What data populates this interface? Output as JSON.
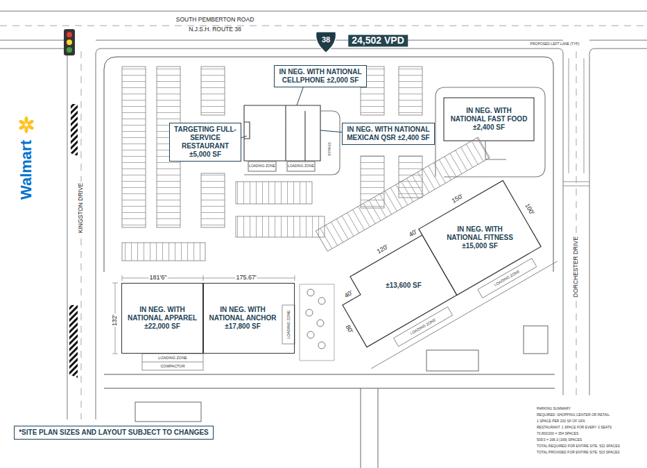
{
  "diagram": {
    "nodes": [
      {
        "text": [
          "IN NEG. WITH NATIONAL CELLPHONE ±2,000 SF"
        ]
      },
      {
        "text": [
          "TARGETING FULL-SERVICE RESTAURANT ±5,000 SF"
        ]
      },
      {
        "text": [
          "IN NEG. WITH NATIONAL MEXICAN QSR ±2,400 SF"
        ]
      },
      {
        "text": [
          "IN NEG. WITH NATIONAL FAST FOOD ±2,400 SF"
        ]
      },
      {
        "text": [
          "IN NEG. WITH NATIONAL FITNESS ±15,000 SF"
        ]
      },
      {
        "text": [
          "±13,600 SF"
        ]
      },
      {
        "text": [
          "IN NEG. WITH NATIONAL APPAREL ±22,000 SF"
        ]
      },
      {
        "text": [
          "IN NEG. WITH NATIONAL ANCHOR ±17,800 SF"
        ]
      },
      {
        "text": [
          "*SITE PLAN SIZES AND LAYOUT SUBJECT TO CHANGES"
        ]
      }
    ],
    "labels": [
      "SOUTH PEMBERTON ROAD",
      "N.J.S.H. ROUTE 38",
      "38",
      "24,502 VPD",
      "Walmart",
      "KINGSTON DRIVE",
      "DORCHESTER DRIVE",
      "PROPOSED LEFT LANE (TYP)",
      "LOADING ZONE",
      "LOADING ZONE",
      "BYPASS",
      "181'6\"",
      "175.67'",
      "132'",
      "LOADING ZONE",
      "COMPACTOR",
      "LOADING ZONE",
      "150'",
      "100'",
      "40'",
      "120'",
      "40'",
      "80'",
      "LOADING ZONE",
      "LOADING ZONE",
      "PARKING SUMMARY",
      "REQUIRED: SHOPPING CENTER OR RETAIL",
      "1 SPACE PER 200 SF OF GFA",
      "RESTAURANT: 1 SPACE FOR EVERY 3 SEATS",
      "70,800/200 = 354 SPACES",
      "505/3 = 168.3 (169) SPACES",
      "TOTAL REQUIRED FOR ENTIRE SITE: 522 SPACES",
      "TOTAL PROVIDED FOR ENTIRE SITE: 523 SPACES"
    ]
  }
}
